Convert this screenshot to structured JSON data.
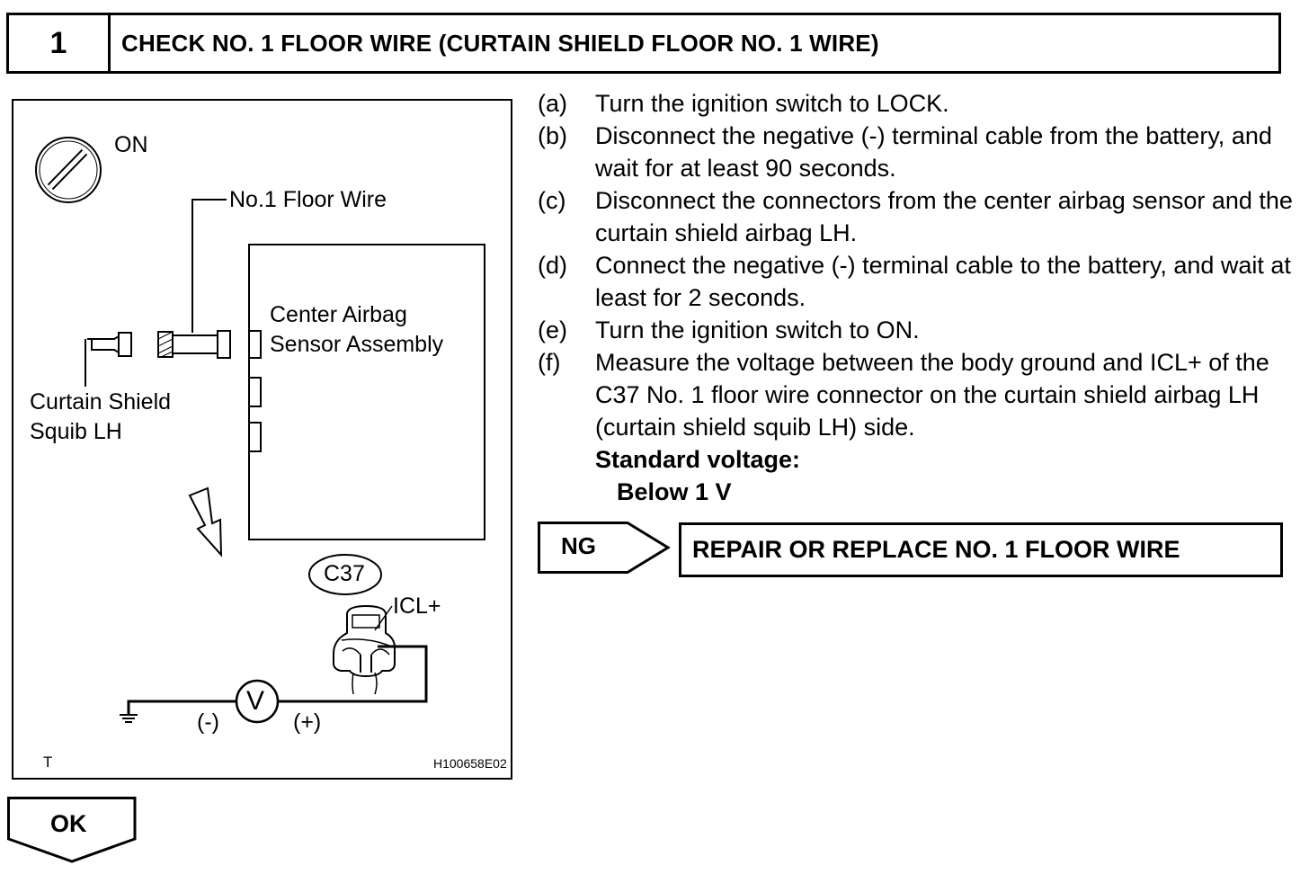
{
  "header": {
    "step_number": "1",
    "title": "CHECK NO. 1 FLOOR WIRE (CURTAIN SHIELD FLOOR NO. 1 WIRE)"
  },
  "figure": {
    "switch_label": "ON",
    "floor_wire_label": "No.1 Floor Wire",
    "sensor_label": "Center Airbag\nSensor Assembly",
    "squib_label": "Curtain Shield\nSquib LH",
    "connector_code": "C37",
    "terminal_label": "ICL+",
    "meter_symbol": "V",
    "minus_label": "(-)",
    "plus_label": "(+)",
    "corner_code": "T",
    "figure_id": "H100658E02"
  },
  "steps": [
    {
      "letter": "(a)",
      "text": "Turn the ignition switch to LOCK."
    },
    {
      "letter": "(b)",
      "text": "Disconnect the negative (-) terminal cable from the battery, and wait for at least 90 seconds."
    },
    {
      "letter": "(c)",
      "text": "Disconnect the connectors from the center airbag sensor and the curtain shield airbag LH."
    },
    {
      "letter": "(d)",
      "text": "Connect the negative (-) terminal cable to the battery, and wait at least for 2 seconds."
    },
    {
      "letter": "(e)",
      "text": "Turn the ignition switch to ON."
    },
    {
      "letter": "(f)",
      "text": "Measure the voltage between the body ground and ICL+ of the C37 No. 1 floor wire connector on the curtain shield airbag LH (curtain shield squib LH) side."
    }
  ],
  "standard": {
    "label": "Standard voltage:",
    "value": "Below 1 V"
  },
  "ng": {
    "label": "NG",
    "action": "REPAIR OR REPLACE NO. 1 FLOOR WIRE"
  },
  "ok": {
    "label": "OK"
  }
}
